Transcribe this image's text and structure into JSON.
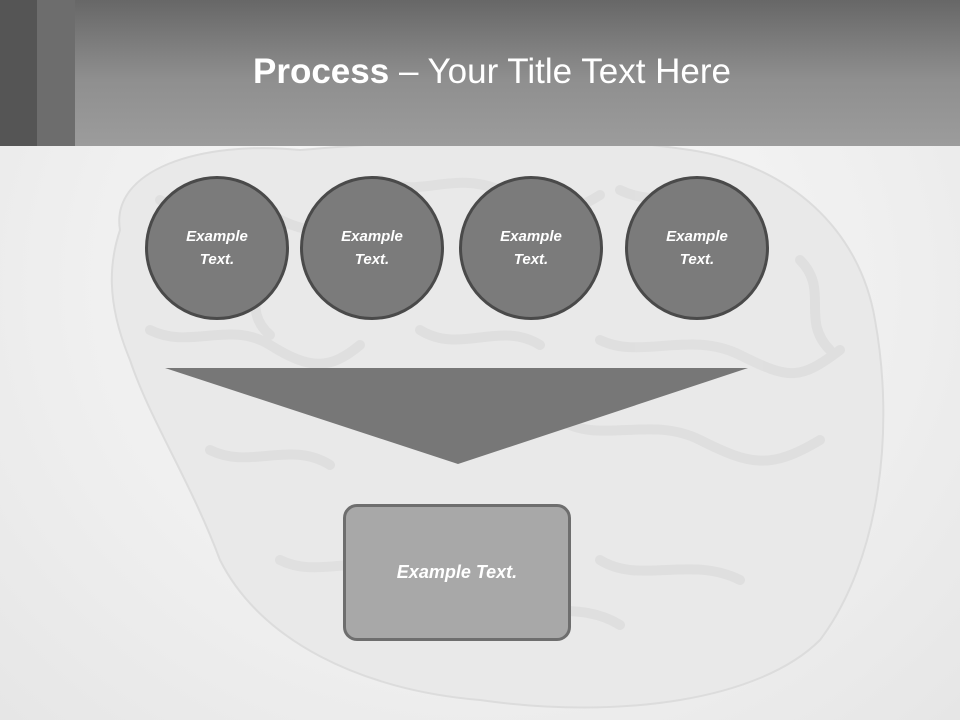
{
  "slide": {
    "title_bold": "Process",
    "title_rest": " – Your Title Text Here",
    "steps": [
      {
        "text": "Example Text."
      },
      {
        "text": "Example Text."
      },
      {
        "text": "Example Text."
      },
      {
        "text": "Example Text."
      }
    ],
    "result": {
      "text": "Example Text."
    }
  },
  "colors": {
    "header": "#8f8f8f",
    "circle_fill": "#7b7b7b",
    "circle_border": "#4a4a4a",
    "funnel": "#777777",
    "box_fill": "#a8a8a8",
    "box_border": "#6e6e6e"
  }
}
